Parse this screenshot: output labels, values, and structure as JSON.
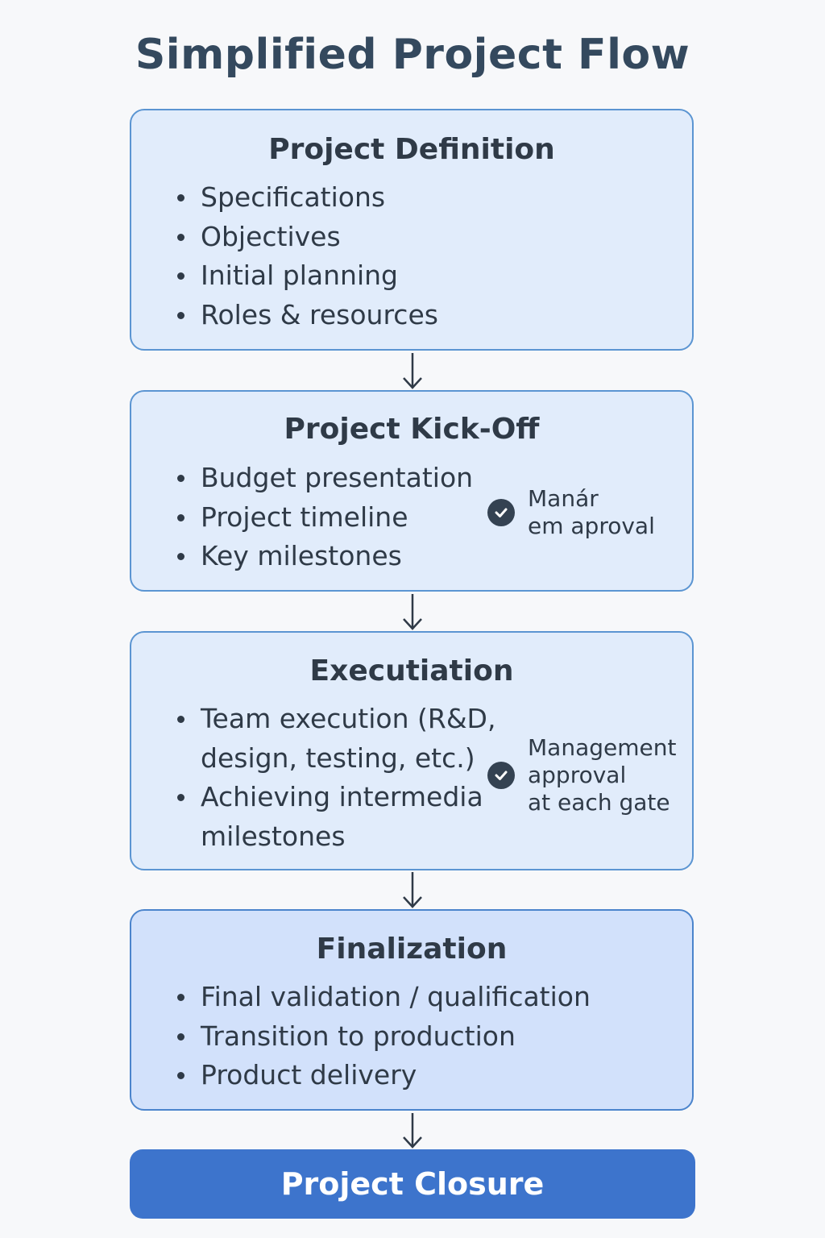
{
  "title": "Simplified Project Flow",
  "stages": [
    {
      "title": "Project Definition",
      "items": [
        "Specifications",
        "Objectives",
        "Initial planning",
        "Roles & resources"
      ]
    },
    {
      "title": "Project Kick-Off",
      "items": [
        "Budget presentation",
        "Project timeline",
        "Key milestones"
      ],
      "note": "Manár\nem aproval"
    },
    {
      "title": "Executiation",
      "items": [
        "Team execution (R&D,\ndesign, testing, etc.)",
        "Achieving intermedia\nmilestones"
      ],
      "note": "Management\napproval\nat each gate"
    },
    {
      "title": "Finalization",
      "items": [
        "Final validation / qualification",
        "Transition to production",
        "Product delivery"
      ]
    }
  ],
  "closure": "Project Closure",
  "colors": {
    "stage_fill": "#e1ecfb",
    "stage_border": "#5b95d2",
    "final_fill": "#d2e1fb",
    "closure_fill": "#3d74cc",
    "text": "#2f3a47"
  },
  "icons": {
    "arrow": "arrow-down-icon",
    "approval": "check-circle-icon"
  }
}
